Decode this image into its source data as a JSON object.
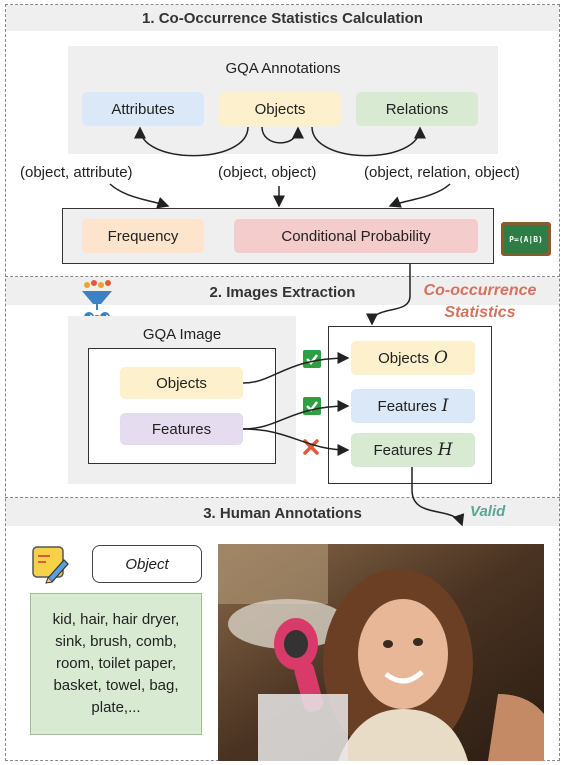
{
  "section1": {
    "title": "1. Co-Occurrence Statistics Calculation",
    "panel_title": "GQA Annotations",
    "annotation_boxes": [
      {
        "label": "Attributes",
        "color": "#dbe8f7"
      },
      {
        "label": "Objects",
        "color": "#fdf0cc"
      },
      {
        "label": "Relations",
        "color": "#d9ead3"
      }
    ],
    "tuples": [
      "(object, attribute)",
      "(object, object)",
      "(object, relation, object)"
    ],
    "stat_boxes": [
      {
        "label": "Frequency",
        "color": "#fde5cd"
      },
      {
        "label": "Conditional Probability",
        "color": "#f4cccc"
      }
    ],
    "formula_icon_text": "P=(A|B)",
    "formula_icon": "chalkboard-formula-icon"
  },
  "section2": {
    "title": "2. Images Extraction",
    "funnel_icon": "filter-funnel-icon",
    "cooccurrence_label_line1": "Co-occurrence",
    "cooccurrence_label_line2": "Statistics",
    "image_panel_title": "GQA Image",
    "image_items": [
      {
        "label": "Objects",
        "color": "#fdf0cc"
      },
      {
        "label": "Features",
        "color": "#e6dcef"
      }
    ],
    "output_items": [
      {
        "label": "Objects",
        "symbol": "O",
        "color": "#fdf0cc",
        "status": "check"
      },
      {
        "label": "Features",
        "symbol": "I",
        "color": "#dbe8f7",
        "status": "check"
      },
      {
        "label": "Features",
        "symbol": "H",
        "color": "#d9ead3",
        "status": "cross"
      }
    ],
    "colors": {
      "check": "#2ea043",
      "cross": "#e05a3a"
    }
  },
  "section3": {
    "title": "3. Human Annotations",
    "valid_label": "Valid",
    "notes_icon": "sticky-note-pencil-icon",
    "object_label": "Object",
    "object_list": "kid, hair, hair dryer, sink, brush, comb, room, toilet paper, basket, towel, bag, plate,..."
  }
}
